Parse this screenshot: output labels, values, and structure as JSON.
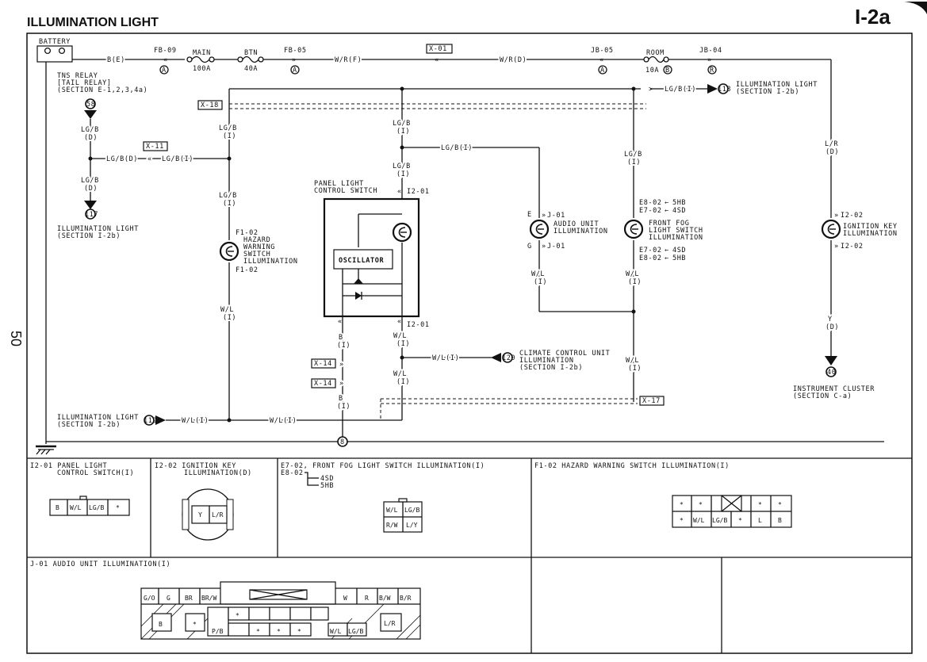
{
  "header": {
    "title": "ILLUMINATION LIGHT",
    "page_code": "I-2a",
    "side_page": "50"
  },
  "top_line": {
    "battery": "BATTERY",
    "fb09": "FB-09",
    "main": "MAIN",
    "main_amp": "100A",
    "btn": "BTN",
    "btn_amp": "40A",
    "fb05": "FB-05",
    "be": "B(E)",
    "wrf": "W/R(F)",
    "x01": "X-01",
    "wrd": "W/R(D)",
    "jb05": "JB-05",
    "room": "ROOM",
    "room_amp": "10A",
    "jb04": "JB-04",
    "conn_a": "A",
    "conn_b": "B",
    "conn_r": "R"
  },
  "left": {
    "tns1": "TNS RELAY",
    "tns2": "[TAIL RELAY]",
    "tns3": "(SECTION E-1,2,3,4a)",
    "badge58": "58",
    "lgb": "LG/B",
    "d": "(D)",
    "lgbd": "LG/B(D)",
    "lgbi": "LG/B(I)",
    "x11": "X-11",
    "badge117": "117",
    "il1": "ILLUMINATION LIGHT",
    "il2": "(SECTION I-2b)"
  },
  "wires": {
    "lgb": "LG/B",
    "i": "(I)",
    "lgbi": "LG/B(I)",
    "wl": "W/L",
    "wli": "W/L(I)",
    "b": "B",
    "y": "Y",
    "d": "(D)",
    "lr": "L/R"
  },
  "hazard": {
    "conn": "F1-02",
    "l1": "HAZARD",
    "l2": "WARNING",
    "l3": "SWITCH",
    "l4": "ILLUMINATION"
  },
  "panel": {
    "l1": "PANEL LIGHT",
    "l2": "CONTROL SWITCH",
    "conn": "I2-01",
    "osc": "OSCILLATOR"
  },
  "audio": {
    "e": "E",
    "g": "G",
    "conn": "J-01",
    "l1": "AUDIO UNIT",
    "l2": "ILLUMINATION"
  },
  "fog": {
    "e8": "E8-02",
    "e7": "E7-02",
    "hb": "5HB",
    "sd": "4SD",
    "l1": "FRONT FOG",
    "l2": "LIGHT SWITCH",
    "l3": "ILLUMINATION"
  },
  "right": {
    "x18": "X-18",
    "badge118": "118",
    "ill1": "ILLUMINATION LIGHT",
    "ill2": "(SECTION I-2b)",
    "ign_conn": "I2-02",
    "ign1": "IGNITION KEY",
    "ign2": "ILLUMINATION",
    "badge40": "40",
    "ic1": "INSTRUMENT CLUSTER",
    "ic2": "(SECTION C-a)"
  },
  "bottom": {
    "x14": "X-14",
    "badge120": "120",
    "cc1": "CLIMATE CONTROL UNIT",
    "cc2": "ILLUMINATION",
    "cc3": "(SECTION I-2b)",
    "x17": "X-17",
    "badge119": "119",
    "il1": "ILLUMINATION LIGHT",
    "il2": "(SECTION I-2b)",
    "ground": "8"
  },
  "connectors": {
    "p1_title1": "I2-01 PANEL LIGHT",
    "p1_title2": "CONTROL SWITCH(I)",
    "p1_cells": [
      "B",
      "W/L",
      "LG/B",
      "*"
    ],
    "p2_title1": "I2-02 IGNITION KEY",
    "p2_title2": "ILLUMINATION(D)",
    "p2_cells": [
      "Y",
      "L/R"
    ],
    "p3_title1": "E7-02, FRONT FOG LIGHT SWITCH ILLUMINATION(I)",
    "p3_title2": "E8-02",
    "p3_sd": "4SD",
    "p3_hb": "5HB",
    "p3_cells": [
      "W/L",
      "LG/B",
      "R/W",
      "L/Y"
    ],
    "p4_title": "F1-02 HAZARD WARNING SWITCH ILLUMINATION(I)",
    "p4_top": [
      "*",
      "*",
      "*",
      "*"
    ],
    "p4_bot": [
      "*",
      "W/L",
      "LG/B",
      "*",
      "L",
      "B"
    ],
    "p5_title": "J-01 AUDIO UNIT ILLUMINATION(I)",
    "p5_top_left": [
      "G/O",
      "G",
      "BR",
      "BR/W"
    ],
    "p5_top_right": [
      "W",
      "R",
      "B/W",
      "B/R"
    ],
    "p5_bot": [
      "B",
      "*",
      "*",
      "P/B",
      "*",
      "*",
      "*",
      "W/L",
      "LG/B",
      "L/R"
    ]
  }
}
